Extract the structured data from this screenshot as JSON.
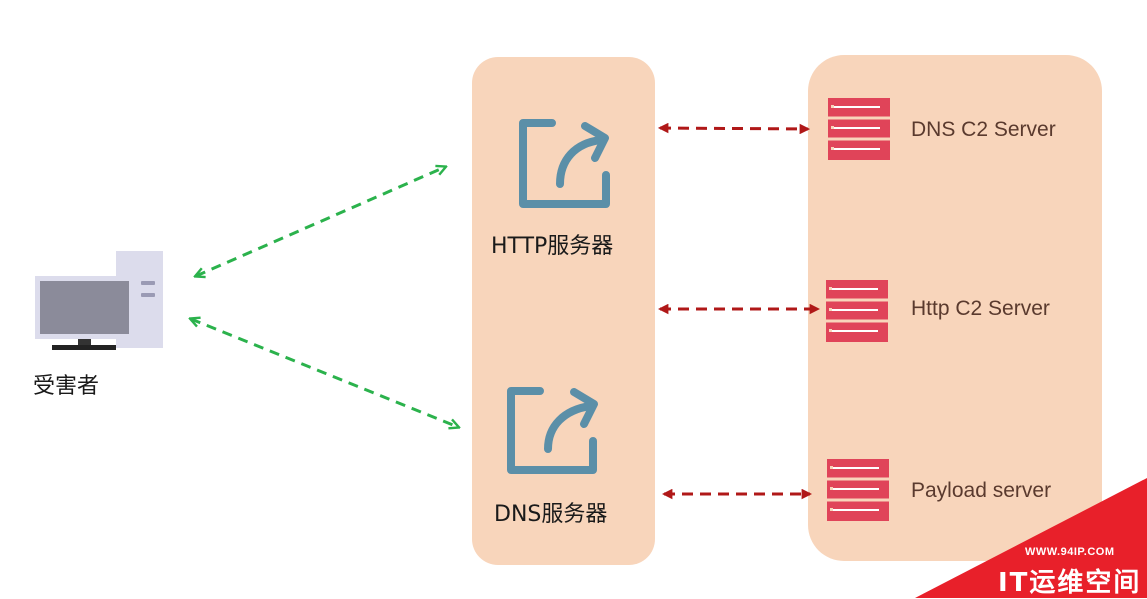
{
  "victim": {
    "label": "受害者"
  },
  "proxies": [
    {
      "label": "HTTP服务器",
      "icon": "share-arrow-icon"
    },
    {
      "label": "DNS服务器",
      "icon": "share-arrow-icon"
    }
  ],
  "servers": [
    {
      "label": "DNS C2 Server",
      "icon": "server-rack-icon"
    },
    {
      "label": "Http C2 Server",
      "icon": "server-rack-icon"
    },
    {
      "label": "Payload server",
      "icon": "server-rack-icon"
    }
  ],
  "watermark": {
    "url": "WWW.94IP.COM",
    "name": "IT运维空间"
  },
  "colors": {
    "panel": "#f8d5bb",
    "green_arrow": "#2bb24c",
    "red_arrow": "#b01818",
    "server": "#e04459",
    "share_icon": "#5b8fa8",
    "watermark": "#e8202a"
  }
}
